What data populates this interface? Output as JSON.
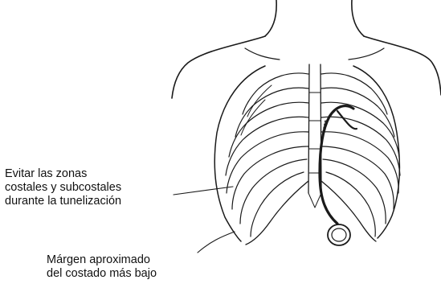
{
  "labels": {
    "avoid_zones": [
      "Evitar las zonas",
      "costales y subcostales",
      "durante la tunelización"
    ],
    "rib_margin": [
      "Márgen aproximado",
      "del costado más bajo"
    ]
  },
  "colors": {
    "line": "#1a1a1a",
    "background": "#ffffff"
  }
}
